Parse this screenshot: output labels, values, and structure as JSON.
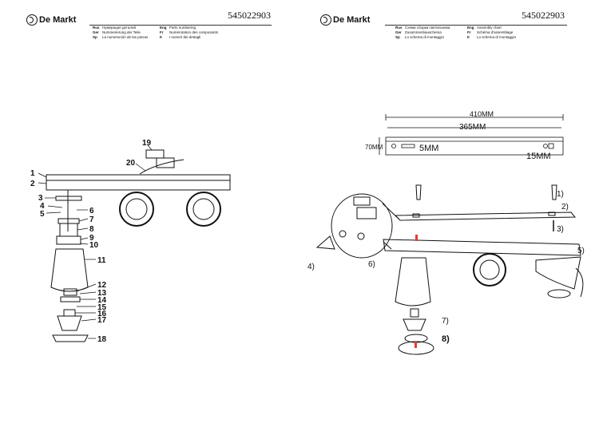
{
  "pages": [
    {
      "brand": "De Markt",
      "code": "545022903",
      "legend": [
        {
          "lang": "Rus",
          "text": "Нумерация деталей"
        },
        {
          "lang": "Ger",
          "text": "Nummerierung der Teile"
        },
        {
          "lang": "Sp",
          "text": "La numeración de las piezas"
        },
        {
          "lang": "Eng",
          "text": "Parts numbering"
        },
        {
          "lang": "Fr",
          "text": "Numérotation des composants"
        },
        {
          "lang": "It",
          "text": "I numeri dei dettagli"
        }
      ],
      "part_labels": [
        "1",
        "2",
        "3",
        "4",
        "5",
        "6",
        "7",
        "8",
        "9",
        "10",
        "11",
        "12",
        "13",
        "14",
        "15",
        "16",
        "17",
        "18",
        "19",
        "20"
      ]
    },
    {
      "brand": "De Markt",
      "code": "545022903",
      "legend": [
        {
          "lang": "Rus",
          "text": "Схема сборки светильника"
        },
        {
          "lang": "Ger",
          "text": "Zusammenbauschema"
        },
        {
          "lang": "Sp",
          "text": "Lo schema di montaggio"
        },
        {
          "lang": "Eng",
          "text": "Assembly chart"
        },
        {
          "lang": "Fr",
          "text": "Schéma d'assemblage"
        },
        {
          "lang": "It",
          "text": "Lo schema di montaggio"
        }
      ],
      "dimensions": {
        "length": "410MM",
        "inner": "365MM",
        "height": "70MM",
        "gap": "5MM",
        "depth": "15MM"
      },
      "steps": [
        "1)",
        "2)",
        "3)",
        "4)",
        "5)",
        "6)",
        "7)",
        "8)"
      ]
    }
  ]
}
